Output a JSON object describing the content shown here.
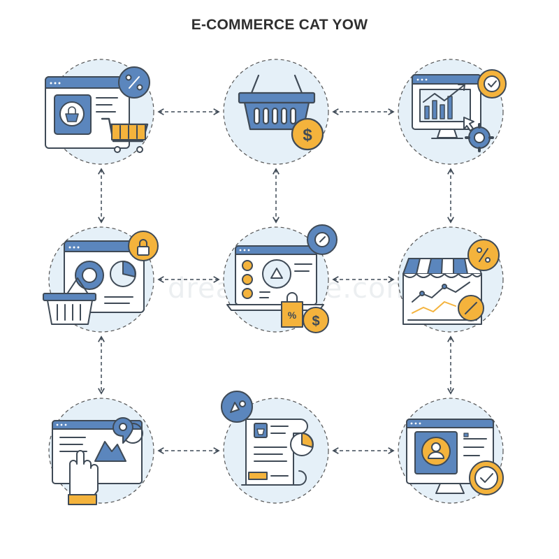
{
  "title": "E-COMMERCE CAT YOW",
  "watermark": "dreamstime.com",
  "colors": {
    "stroke": "#3f4a56",
    "blue": "#5b86bd",
    "light_blue": "#e5f0f8",
    "orange": "#f4b33c",
    "circle_dash": "#555555"
  },
  "nodes": [
    {
      "id": "online-shop",
      "icon": "browser-cart-icon"
    },
    {
      "id": "shopping-basket",
      "icon": "basket-dollar-icon"
    },
    {
      "id": "analytics",
      "icon": "monitor-chart-icon"
    },
    {
      "id": "secure-shopping",
      "icon": "browser-basket-lock-icon"
    },
    {
      "id": "laptop-dashboard",
      "icon": "laptop-discount-icon"
    },
    {
      "id": "storefront",
      "icon": "storefront-chart-icon"
    },
    {
      "id": "touch-location",
      "icon": "hand-map-pin-icon"
    },
    {
      "id": "documents",
      "icon": "documents-report-icon"
    },
    {
      "id": "monitor-user",
      "icon": "monitor-user-check-icon"
    }
  ],
  "connections": [
    [
      "online-shop",
      "shopping-basket"
    ],
    [
      "shopping-basket",
      "analytics"
    ],
    [
      "online-shop",
      "secure-shopping"
    ],
    [
      "shopping-basket",
      "laptop-dashboard"
    ],
    [
      "analytics",
      "storefront"
    ],
    [
      "secure-shopping",
      "laptop-dashboard"
    ],
    [
      "laptop-dashboard",
      "storefront"
    ],
    [
      "secure-shopping",
      "touch-location"
    ],
    [
      "storefront",
      "monitor-user"
    ],
    [
      "touch-location",
      "documents"
    ],
    [
      "documents",
      "monitor-user"
    ]
  ]
}
